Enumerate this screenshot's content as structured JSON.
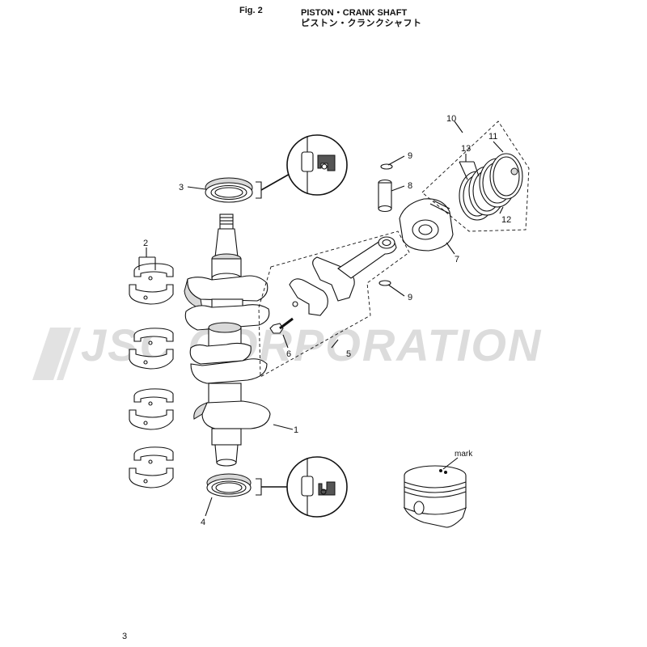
{
  "header": {
    "fig_label": "Fig. 2",
    "title_en": "PISTON・CRANK SHAFT",
    "title_jp": "ピストン・クランクシャフト"
  },
  "watermark": "JSC CORPORATION",
  "page_number": "3",
  "callouts": [
    {
      "id": "c1",
      "text": "1"
    },
    {
      "id": "c2",
      "text": "2"
    },
    {
      "id": "c3",
      "text": "3"
    },
    {
      "id": "c4",
      "text": "4"
    },
    {
      "id": "c5",
      "text": "5"
    },
    {
      "id": "c6",
      "text": "6"
    },
    {
      "id": "c7",
      "text": "7"
    },
    {
      "id": "c8",
      "text": "8"
    },
    {
      "id": "c9a",
      "text": "9"
    },
    {
      "id": "c9b",
      "text": "9"
    },
    {
      "id": "c10",
      "text": "10"
    },
    {
      "id": "c11",
      "text": "11"
    },
    {
      "id": "c12",
      "text": "12"
    },
    {
      "id": "c13",
      "text": "13"
    }
  ],
  "mark_label": "mark"
}
